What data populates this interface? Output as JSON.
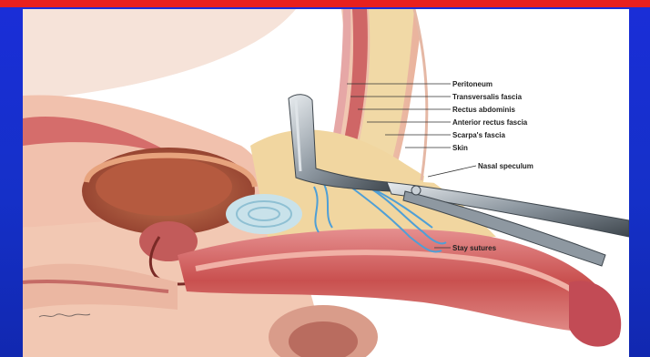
{
  "labels": {
    "peritoneum": "Peritoneum",
    "transversalis_fascia": "Transversalis fascia",
    "rectus_abdominis": "Rectus abdominis",
    "anterior_rectus_fascia": "Anterior rectus fascia",
    "scarpas_fascia": "Scarpa's fascia",
    "skin": "Skin",
    "nasal_speculum": "Nasal speculum",
    "stay_sutures": "Stay sutures"
  },
  "colors": {
    "slide_background": "#1a2ed8",
    "header_bar": "#e8201e",
    "figure_background": "#ffffff",
    "tissue": "#d9878a",
    "fat": "#f0d7a2",
    "instrument": "#7f8a93",
    "suture": "#4f9fd6"
  }
}
